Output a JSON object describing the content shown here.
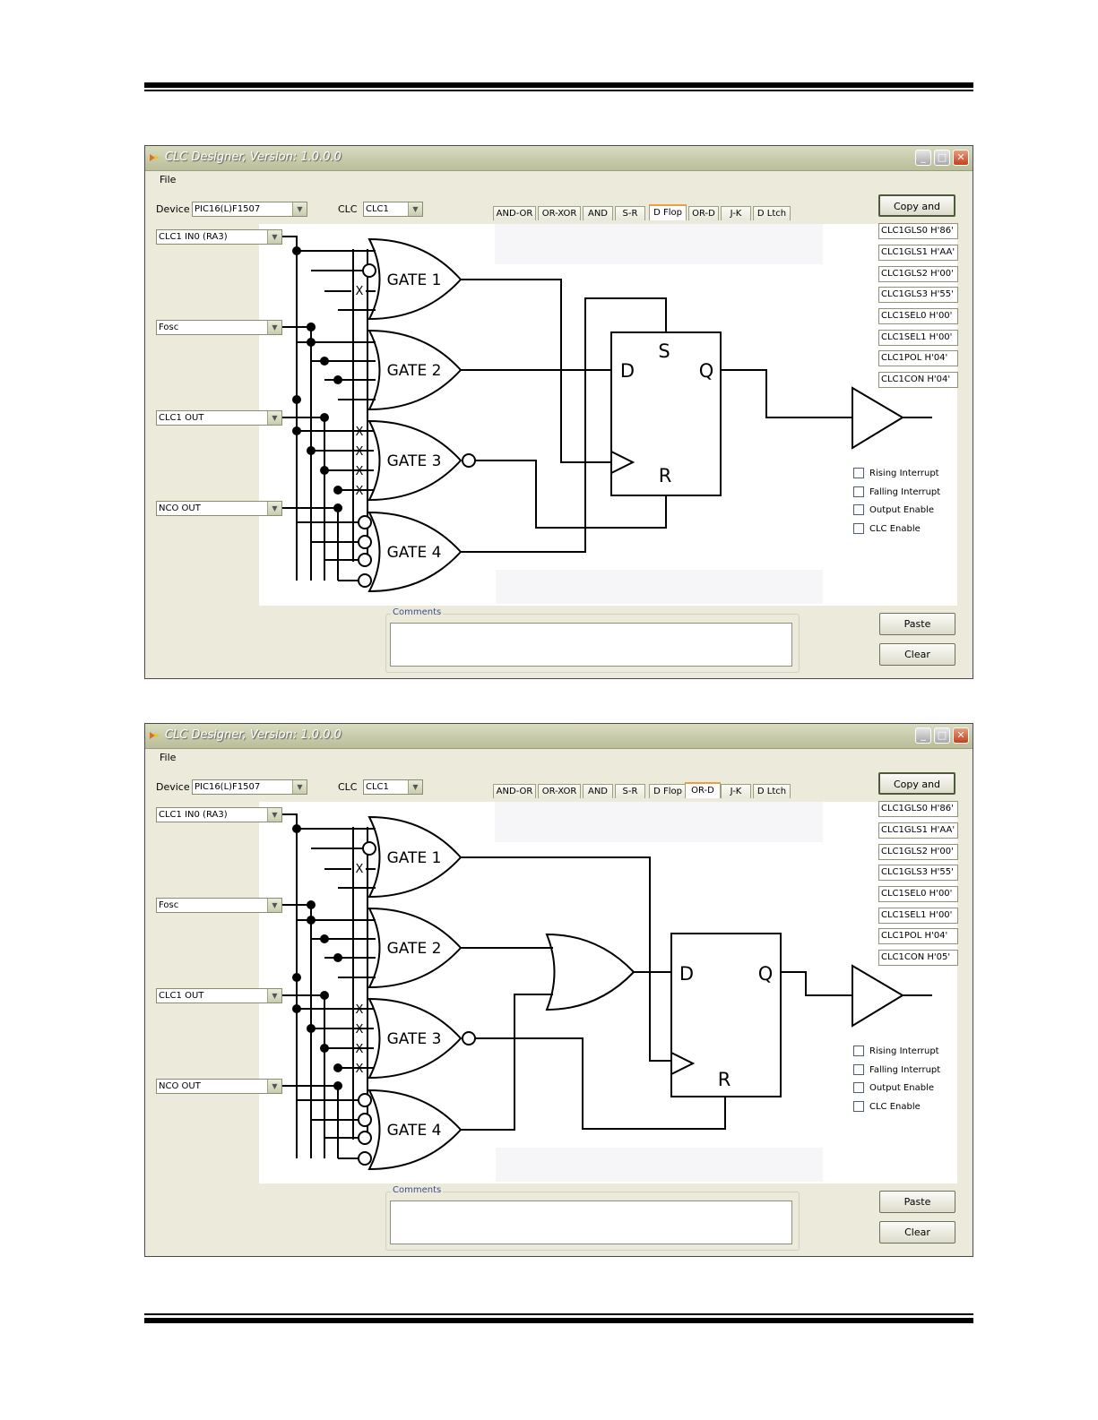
{
  "windows": [
    {
      "title": "CLC Designer, Version: 1.0.0.0",
      "menu": {
        "file": "File"
      },
      "device_label": "Device",
      "device_value": "PIC16(L)F1507",
      "clc_label": "CLC",
      "clc_value": "CLC1",
      "tabs": [
        "AND-OR",
        "OR-XOR",
        "AND",
        "S-R",
        "D Flop",
        "OR-D",
        "J-K",
        "D Ltch"
      ],
      "active_tab": "D Flop",
      "inputs": [
        "CLC1 IN0 (RA3)",
        "Fosc",
        "CLC1 OUT",
        "NCO OUT"
      ],
      "gates": [
        "GATE 1",
        "GATE 2",
        "GATE 3",
        "GATE 4"
      ],
      "flop_pins": {
        "d": "D",
        "q": "Q",
        "s": "S",
        "r": "R"
      },
      "x_mark": "X",
      "copy_button": "Copy and Show",
      "registers": [
        "CLC1GLS0  H'86'",
        "CLC1GLS1  H'AA'",
        "CLC1GLS2  H'00'",
        "CLC1GLS3  H'55'",
        "CLC1SEL0  H'00'",
        "CLC1SEL1  H'00'",
        "CLC1POL  H'04'",
        "CLC1CON  H'04'"
      ],
      "checkboxes": [
        "Rising Interrupt",
        "Falling Interrupt",
        "Output Enable",
        "CLC Enable"
      ],
      "comments_label": "Comments",
      "paste_button": "Paste",
      "clear_button": "Clear"
    },
    {
      "title": "CLC Designer, Version: 1.0.0.0",
      "menu": {
        "file": "File"
      },
      "device_label": "Device",
      "device_value": "PIC16(L)F1507",
      "clc_label": "CLC",
      "clc_value": "CLC1",
      "tabs": [
        "AND-OR",
        "OR-XOR",
        "AND",
        "S-R",
        "D Flop",
        "OR-D",
        "J-K",
        "D Ltch"
      ],
      "active_tab": "OR-D",
      "inputs": [
        "CLC1 IN0 (RA3)",
        "Fosc",
        "CLC1 OUT",
        "NCO OUT"
      ],
      "gates": [
        "GATE 1",
        "GATE 2",
        "GATE 3",
        "GATE 4"
      ],
      "flop_pins": {
        "d": "D",
        "q": "Q",
        "r": "R"
      },
      "x_mark": "X",
      "copy_button": "Copy and Show",
      "registers": [
        "CLC1GLS0  H'86'",
        "CLC1GLS1  H'AA'",
        "CLC1GLS2  H'00'",
        "CLC1GLS3  H'55'",
        "CLC1SEL0  H'00'",
        "CLC1SEL1  H'00'",
        "CLC1POL  H'04'",
        "CLC1CON  H'05'"
      ],
      "checkboxes": [
        "Rising Interrupt",
        "Falling Interrupt",
        "Output Enable",
        "CLC Enable"
      ],
      "comments_label": "Comments",
      "paste_button": "Paste",
      "clear_button": "Clear"
    }
  ]
}
